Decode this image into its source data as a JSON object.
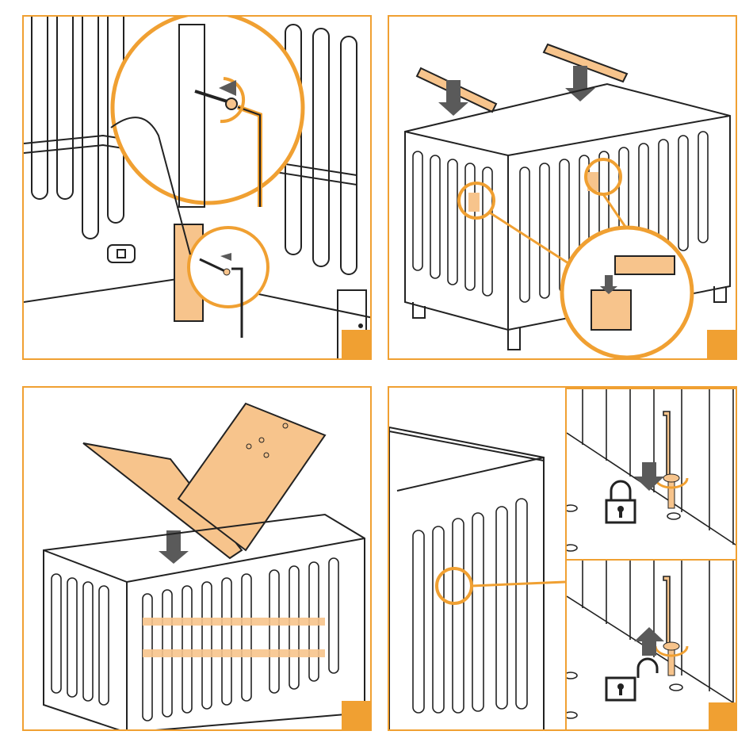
{
  "colors": {
    "accent": "#f0a032",
    "wood": "#f7c48c",
    "wood_dark": "#e8a868",
    "arrow": "#5a5a5a",
    "line": "#222222"
  },
  "panels": [
    {
      "id": "step-1",
      "icons": [
        "crib-side-panel",
        "connector-bolt",
        "allen-key",
        "rotate-arrow",
        "insert-arrow",
        "detail-circle"
      ]
    },
    {
      "id": "step-2",
      "icons": [
        "crib-frame",
        "wooden-rail",
        "down-arrow",
        "detail-circle"
      ]
    },
    {
      "id": "step-3",
      "icons": [
        "crib-frame",
        "mattress-base-board",
        "down-arrow"
      ]
    },
    {
      "id": "step-4",
      "icons": [
        "crib-corner",
        "lock-icon",
        "unlock-icon",
        "allen-key",
        "rotate-arrow",
        "detail-circle"
      ]
    }
  ]
}
